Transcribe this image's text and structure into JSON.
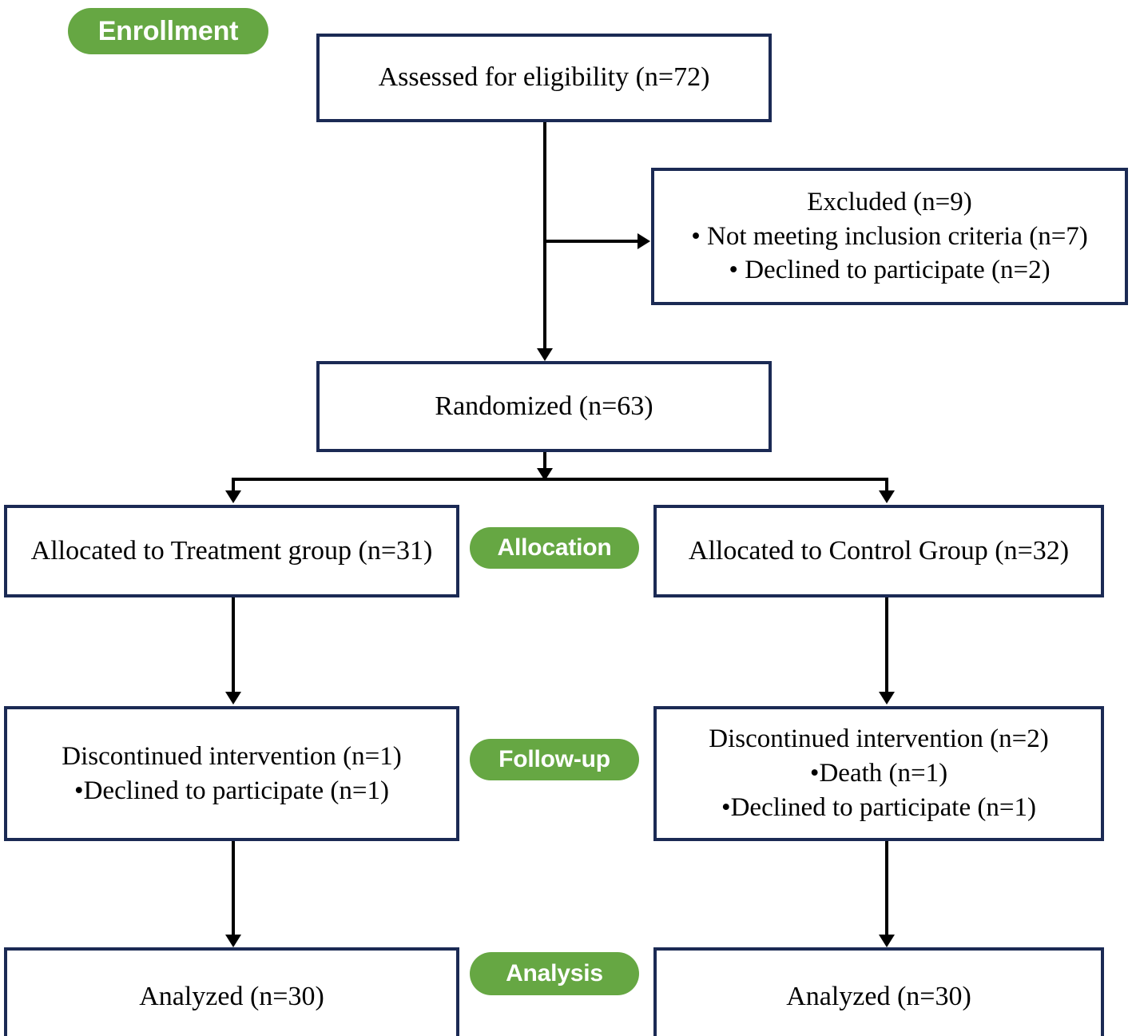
{
  "diagram": {
    "title": "CONSORT participant flow diagram",
    "colors": {
      "pill_green": "#66a743",
      "box_border_navy": "#1b2a54",
      "connector_black": "#000000",
      "text_black": "#000000",
      "pill_text": "#ffffff"
    },
    "stage_labels": {
      "enrollment": "Enrollment",
      "allocation": "Allocation",
      "follow_up": "Follow-up",
      "analysis": "Analysis"
    },
    "boxes": {
      "assessed": {
        "lines": [
          "Assessed for eligibility (n=72)"
        ]
      },
      "excluded": {
        "lines": [
          "Excluded (n=9)",
          "•  Not meeting inclusion criteria (n=7)",
          "•  Declined to participate (n=2)"
        ]
      },
      "randomized": {
        "lines": [
          "Randomized (n=63)"
        ]
      },
      "allocated_treatment": {
        "lines": [
          "Allocated to Treatment group (n=31)"
        ]
      },
      "allocated_control": {
        "lines": [
          "Allocated to Control Group (n=32)"
        ]
      },
      "followup_treatment": {
        "lines": [
          "Discontinued intervention (n=1)",
          "•Declined to participate (n=1)"
        ]
      },
      "followup_control": {
        "lines": [
          "Discontinued intervention (n=2)",
          "•Death (n=1)",
          "•Declined to participate (n=1)"
        ]
      },
      "analyzed_treatment": {
        "lines": [
          "Analyzed (n=30)"
        ]
      },
      "analyzed_control": {
        "lines": [
          "Analyzed (n=30)"
        ]
      }
    },
    "counts": {
      "assessed_for_eligibility": 72,
      "excluded_total": 9,
      "excluded_not_meeting_inclusion_criteria": 7,
      "excluded_declined_to_participate": 2,
      "randomized": 63,
      "allocated_treatment": 31,
      "allocated_control": 32,
      "treatment_discontinued": 1,
      "treatment_declined": 1,
      "control_discontinued": 2,
      "control_death": 1,
      "control_declined": 1,
      "analyzed_treatment": 30,
      "analyzed_control": 30
    }
  }
}
